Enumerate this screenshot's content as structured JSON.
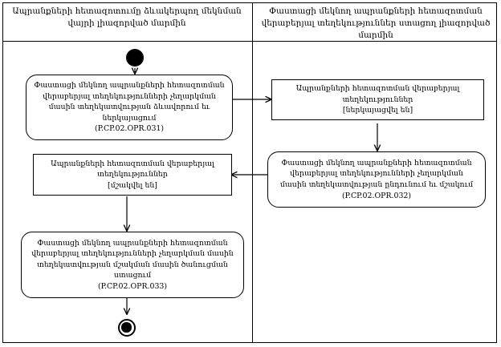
{
  "diagram": {
    "type": "uml-activity-diagram-with-swimlanes",
    "lanes": [
      {
        "id": "lane-left",
        "title_line1": "Ապրանքների հետազոտումը ձևակերպող  մեկնման վայրի",
        "title_line2": "լիազորված մարմին"
      },
      {
        "id": "lane-right",
        "title_line1": "Փաստացի մեկնող ապրանքների հետազոտման վերաբերյալ",
        "title_line2": "տեղեկություններ ստացող լիազորված մարմին"
      }
    ],
    "nodes": {
      "initial": {
        "shape": "initial-node",
        "label": ""
      },
      "action_031": {
        "shape": "action",
        "lines": [
          "Փաստացի մեկնող ապրանքների հետազոտման",
          "վերաբերյալ տեղեկությունների չեղարկման",
          "մասին տեղեկատվության ձևավորում եւ",
          "ներկայացում",
          "(P.CP.02.OPR.031)"
        ],
        "code": "P.CP.02.OPR.031"
      },
      "object_presented": {
        "shape": "object",
        "lines": [
          "Ապրանքների հետազոտման վերաբերյալ",
          "տեղեկություններ",
          "[ներկայացվել են]"
        ],
        "state": "[ներկայացվել են]"
      },
      "action_032": {
        "shape": "action",
        "lines": [
          "Փաստացի մեկնող ապրանքների հետազոտման",
          "վերաբերյալ տեղեկությունների չեղարկման",
          "մասին տեղեկատվության ընդունում եւ մշակում",
          "(P.CP.02.OPR.032)"
        ],
        "code": "P.CP.02.OPR.032"
      },
      "object_processed": {
        "shape": "object",
        "lines": [
          "Ապրանքների հետազոտման վերաբերյալ",
          "տեղեկություններ",
          "[մշակվել են]"
        ],
        "state": "[մշակվել են]"
      },
      "action_033": {
        "shape": "action",
        "lines": [
          "Փաստացի մեկնող ապրանքների հետազոտման",
          "վերաբերյալ տեղեկությունների չեղարկման մասին",
          "տեղեկատվության մշակման մասին ծանուցման",
          "ստացում",
          "(P.CP.02.OPR.033)"
        ],
        "code": "P.CP.02.OPR.033"
      },
      "final": {
        "shape": "final-node",
        "label": ""
      }
    },
    "edges": [
      {
        "from": "initial",
        "to": "action_031",
        "direction": "down"
      },
      {
        "from": "action_031",
        "to": "object_presented",
        "direction": "right"
      },
      {
        "from": "object_presented",
        "to": "action_032",
        "direction": "down"
      },
      {
        "from": "action_032",
        "to": "object_processed",
        "direction": "left"
      },
      {
        "from": "object_processed",
        "to": "action_033",
        "direction": "down"
      },
      {
        "from": "action_033",
        "to": "final",
        "direction": "down"
      }
    ],
    "colors": {
      "stroke": "#000000",
      "fill": "#ffffff",
      "text": "#000000"
    }
  }
}
